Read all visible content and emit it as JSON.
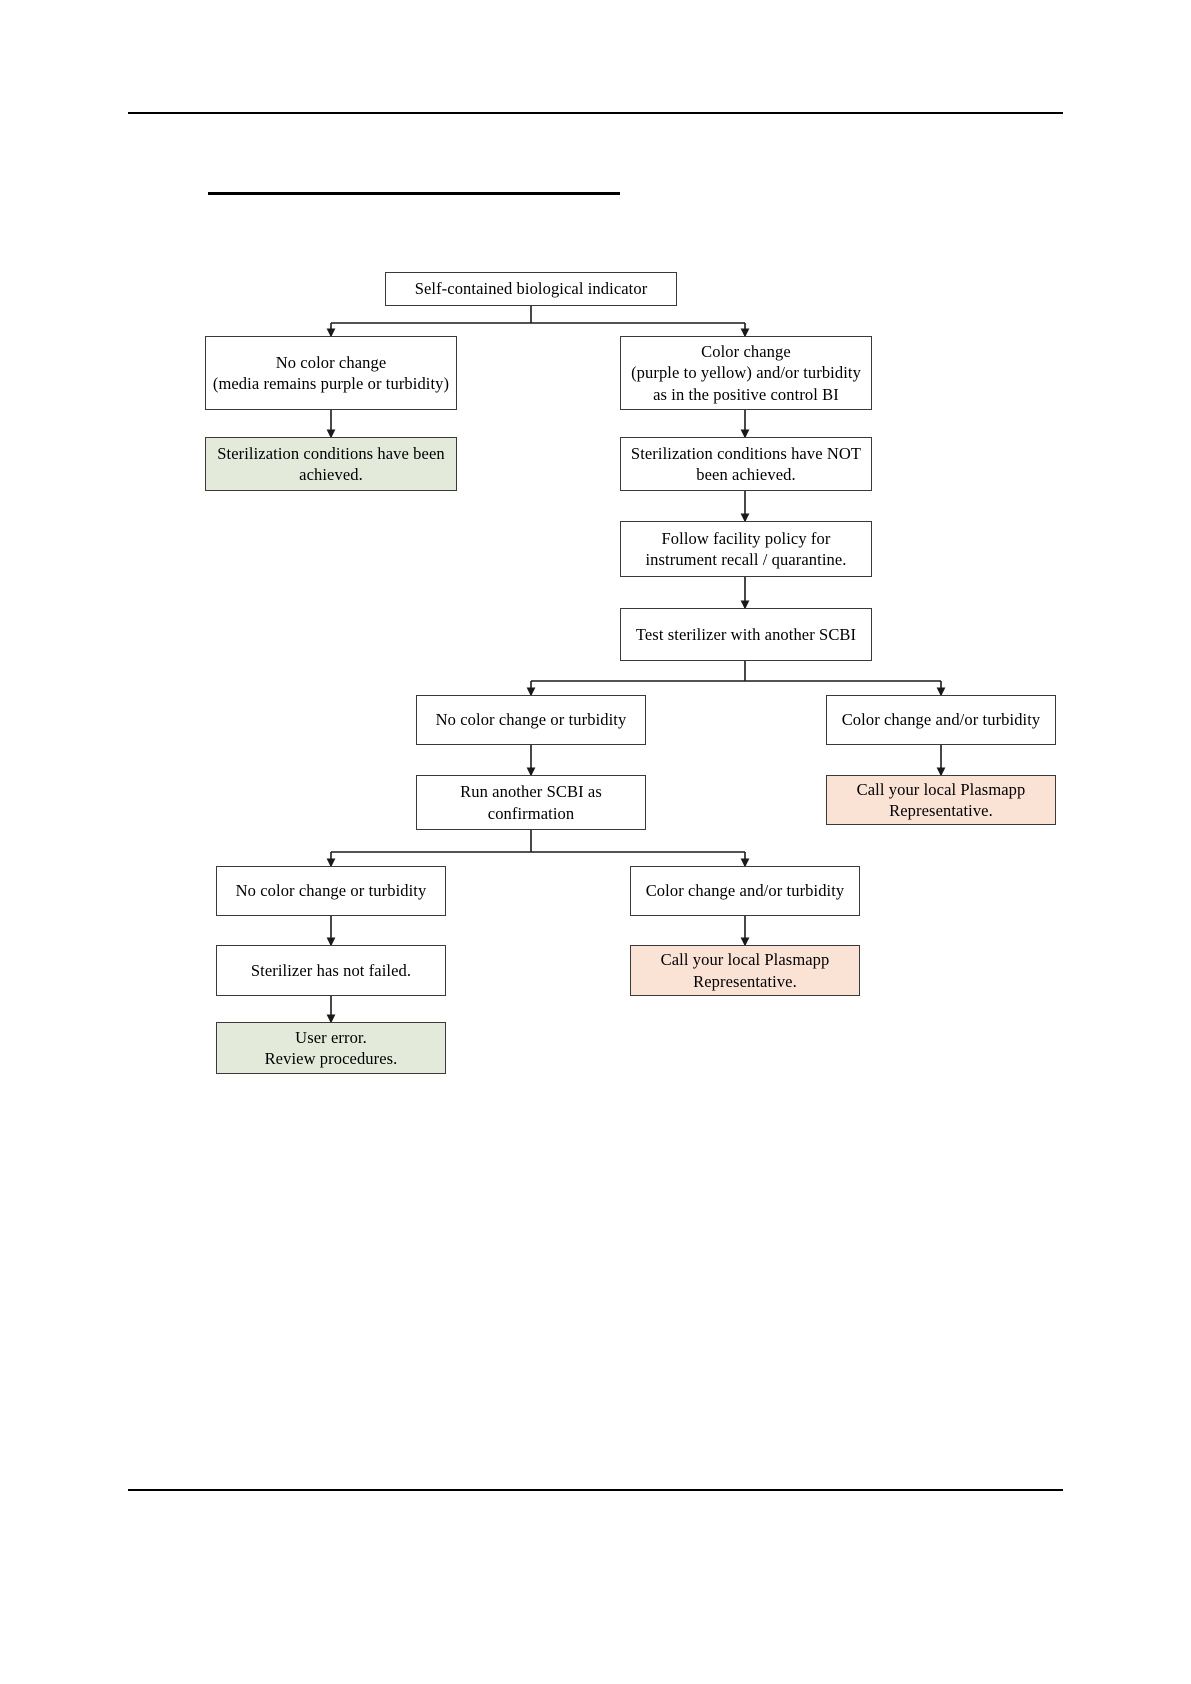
{
  "document": {
    "heading": "",
    "header_rule": true,
    "footer_rule": true
  },
  "chart_data": {
    "type": "diagram",
    "title": "Self-contained biological indicator (SCBI) result interpretation flowchart",
    "legend": {
      "green_fill": "#e3eada",
      "peach_fill": "#fae2d5",
      "white_fill": "#ffffff",
      "border": "#3a3a3a"
    },
    "nodes": [
      {
        "id": "root",
        "label": "Self-contained biological  indicator",
        "fill": "white"
      },
      {
        "id": "no-change-1",
        "label": "No color change\n(media remains purple or turbidity)",
        "fill": "white"
      },
      {
        "id": "change-1",
        "label": "Color  change\n(purple  to yellow) and/or turbidity\nas in the positive  control BI",
        "fill": "white"
      },
      {
        "id": "achieved",
        "label": "Sterilization  conditions  have been achieved.",
        "fill": "green"
      },
      {
        "id": "not-achieved",
        "label": "Sterilization  conditions  have NOT been achieved.",
        "fill": "white"
      },
      {
        "id": "recall",
        "label": "Follow  facility  policy  for\ninstrument recall / quarantine.",
        "fill": "white"
      },
      {
        "id": "test-again",
        "label": "Test sterilizer with another SCBI",
        "fill": "white"
      },
      {
        "id": "no-change-2",
        "label": "No color change or turbidity",
        "fill": "white"
      },
      {
        "id": "change-2",
        "label": "Color  change and/or turbidity",
        "fill": "white"
      },
      {
        "id": "call-rep-1",
        "label": "Call your local Plasmapp Representative.",
        "fill": "peach"
      },
      {
        "id": "run-confirm",
        "label": "Run another SCBI as confirmation",
        "fill": "white"
      },
      {
        "id": "no-change-3",
        "label": "No color change or turbidity",
        "fill": "white"
      },
      {
        "id": "change-3",
        "label": "Color  change and/or turbidity",
        "fill": "white"
      },
      {
        "id": "not-failed",
        "label": "Sterilizer  has not failed.",
        "fill": "white"
      },
      {
        "id": "call-rep-2",
        "label": "Call your local Plasmapp Representative.",
        "fill": "peach"
      },
      {
        "id": "user-error",
        "label": "User error.\nReview procedures.",
        "fill": "green"
      }
    ],
    "edges": [
      {
        "from": "root",
        "to": "no-change-1",
        "style": "elbow"
      },
      {
        "from": "root",
        "to": "change-1",
        "style": "elbow"
      },
      {
        "from": "no-change-1",
        "to": "achieved",
        "style": "straight"
      },
      {
        "from": "change-1",
        "to": "not-achieved",
        "style": "straight"
      },
      {
        "from": "not-achieved",
        "to": "recall",
        "style": "straight"
      },
      {
        "from": "recall",
        "to": "test-again",
        "style": "straight"
      },
      {
        "from": "test-again",
        "to": "no-change-2",
        "style": "elbow"
      },
      {
        "from": "test-again",
        "to": "change-2",
        "style": "elbow"
      },
      {
        "from": "change-2",
        "to": "call-rep-1",
        "style": "straight"
      },
      {
        "from": "no-change-2",
        "to": "run-confirm",
        "style": "straight"
      },
      {
        "from": "run-confirm",
        "to": "no-change-3",
        "style": "elbow"
      },
      {
        "from": "run-confirm",
        "to": "change-3",
        "style": "elbow"
      },
      {
        "from": "no-change-3",
        "to": "not-failed",
        "style": "straight"
      },
      {
        "from": "change-3",
        "to": "call-rep-2",
        "style": "straight"
      },
      {
        "from": "not-failed",
        "to": "user-error",
        "style": "straight"
      }
    ]
  },
  "flow": {
    "root": {
      "text": "Self-contained biological  indicator"
    },
    "no_change_1": {
      "text": "No color change\n(media remains purple or turbidity)"
    },
    "change_1": {
      "text": "Color  change\n(purple  to yellow) and/or turbidity\nas in the positive  control BI"
    },
    "achieved": {
      "text": "Sterilization  conditions  have been achieved."
    },
    "not_achieved": {
      "text": "Sterilization  conditions  have NOT been achieved."
    },
    "recall": {
      "text": "Follow  facility  policy  for\ninstrument recall / quarantine."
    },
    "test_again": {
      "text": "Test sterilizer with another SCBI"
    },
    "no_change_2": {
      "text": "No color change or turbidity"
    },
    "change_2": {
      "text": "Color  change and/or turbidity"
    },
    "call_rep_1": {
      "text": "Call your local Plasmapp Representative."
    },
    "run_confirm": {
      "text": "Run another SCBI as confirmation"
    },
    "no_change_3": {
      "text": "No color change or turbidity"
    },
    "change_3": {
      "text": "Color  change and/or turbidity"
    },
    "not_failed": {
      "text": "Sterilizer  has not failed."
    },
    "call_rep_2": {
      "text": "Call your local Plasmapp Representative."
    },
    "user_error": {
      "text": "User error.\nReview procedures."
    }
  }
}
